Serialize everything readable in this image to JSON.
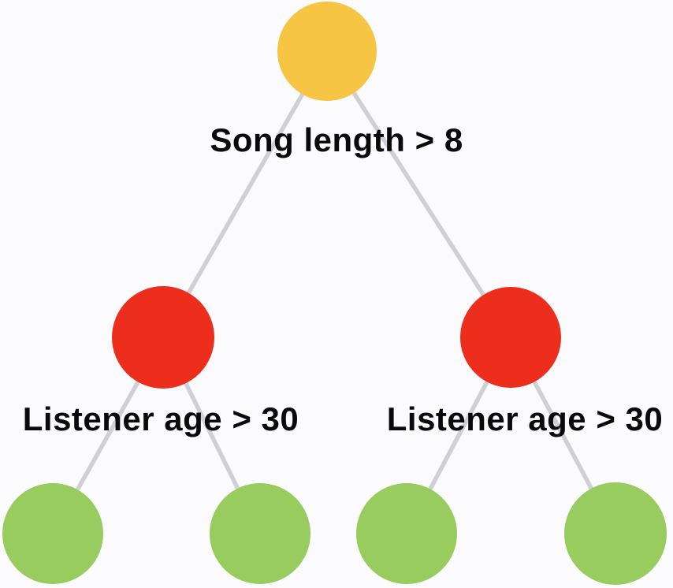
{
  "page": {
    "background_color": "#fbfafc"
  },
  "tree": {
    "edge_color": "#cfcfd5",
    "label_color": "#0a0a0a",
    "labels": {
      "root_question": "Song length > 8",
      "left_question": "Listener age > 30",
      "right_question": "Listener age > 30"
    },
    "nodes": {
      "root": {
        "color": "#f6c544",
        "role": "root-decision-node"
      },
      "left_internal": {
        "color": "#ee2e1d",
        "role": "internal-decision-node"
      },
      "right_internal": {
        "color": "#ee2e1d",
        "role": "internal-decision-node"
      },
      "leaves": [
        {
          "color": "#99cc5e",
          "role": "leaf-node"
        },
        {
          "color": "#99cc5e",
          "role": "leaf-node"
        },
        {
          "color": "#99cc5e",
          "role": "leaf-node"
        },
        {
          "color": "#99cc5e",
          "role": "leaf-node"
        }
      ]
    }
  }
}
